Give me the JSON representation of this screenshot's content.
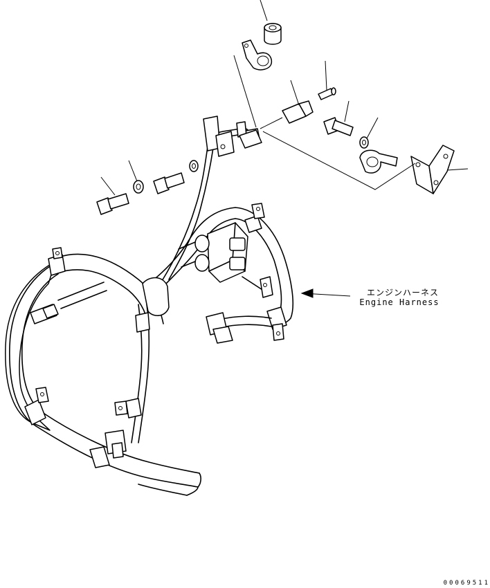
{
  "diagram": {
    "callout": {
      "label_jp": "エンジンハーネス",
      "label_en": "Engine Harness"
    },
    "drawing_number": "00069511"
  }
}
